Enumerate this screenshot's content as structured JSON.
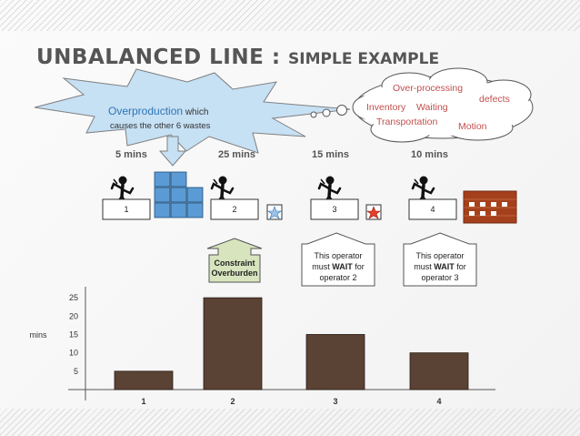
{
  "title": {
    "main": "UNBALANCED LINE : ",
    "sub": "SIMPLE EXAMPLE"
  },
  "starburst": {
    "lead": "Overproduction",
    "tail": " which",
    "line2": "causes the other 6 wastes"
  },
  "wastes": [
    "Over-processing",
    "defects",
    "Inventory",
    "Waiting",
    "Transportation",
    "Motion"
  ],
  "stations": [
    {
      "id": "1",
      "time": "5 mins"
    },
    {
      "id": "2",
      "time": "25 mins"
    },
    {
      "id": "3",
      "time": "15 mins"
    },
    {
      "id": "4",
      "time": "10 mins"
    }
  ],
  "callouts": {
    "constraint": [
      "Constraint",
      "Overburden"
    ],
    "op2": {
      "l1": "This operator",
      "l2a": "must ",
      "l2b": "WAIT",
      "l2c": " for",
      "l3": "operator 2"
    },
    "op3": {
      "l1": "This operator",
      "l2a": "must ",
      "l2b": "WAIT",
      "l2c": " for",
      "l3": "operator 3"
    }
  },
  "colors": {
    "bar": "#5a4234",
    "arrow_green": "#d7e4bd",
    "burst": "#c6e0f4",
    "grid_cell": "#5b9bd5",
    "brick": "#a5401c",
    "star_red": "#e2402b",
    "star_blue": "#9dc3e6"
  },
  "chart_data": {
    "type": "bar",
    "categories": [
      "1",
      "2",
      "3",
      "4"
    ],
    "values": [
      5,
      25,
      15,
      10
    ],
    "ylabel": "mins",
    "yticks": [
      5,
      10,
      15,
      20,
      25
    ],
    "ylim": [
      0,
      28
    ]
  }
}
